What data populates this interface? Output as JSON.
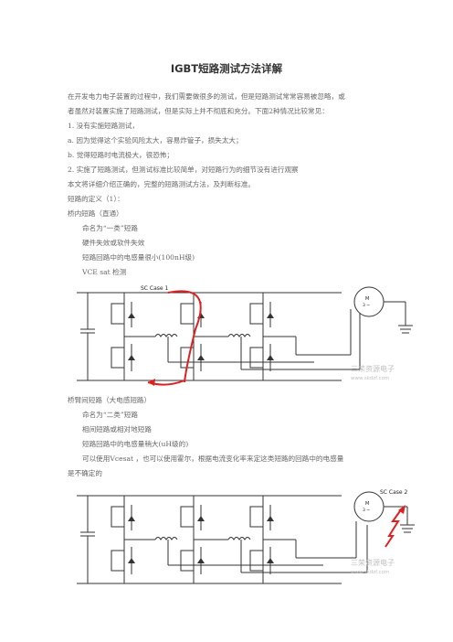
{
  "title": "IGBT短路测试方法详解",
  "paragraphs": [
    "在开发电力电子装置的过程中，我们需要做很多的测试，但是短路测试常常容易被忽略，或",
    "者虽然对装置实施了短路测试，但是实际上并不彻底和充分。下面2种情况比较常见：",
    "1. 没有实施短路测试，",
    "a. 因为觉得这个实验风险太大，容易炸管子，损失太大；",
    "b. 觉得短路时电流极大，很恐怖；",
    "2. 实施了短路测试，但测试标准比较简单，对短路行为的细节没有进行观察",
    "本文将详细介绍正确的，完整的短路测试方法，及判断标准。",
    "短路的定义（1）：",
    "桥内短路（直通）"
  ],
  "list1": [
    "命名为“一类”短路",
    "硬件失效或软件失效",
    "短路回路中的电感量很小(100nH级)",
    "VCE sat 检测"
  ],
  "section2_heading": "桥臂间短路（大电感短路）",
  "list2": [
    "命名为“二类”短路",
    "相间短路或相对地短路",
    "短路回路中的电感量稍大(uH级的)",
    "可以使用Vcesat ，也可以使用霍尔，根据电流变化率来定这类短路的回路中的电感量"
  ],
  "list2_cont": "是不确定的",
  "diagram1": {
    "label": "SC Case 1",
    "motor": "M",
    "motor_sub": "3 ~",
    "watermark_cn": "三荣资源电子",
    "watermark_url": "www.skdzf.com"
  },
  "diagram2": {
    "label": "SC Case 2",
    "motor": "M",
    "motor_sub": "3 ~",
    "watermark_cn": "三荣资源电子",
    "watermark_url": "www.skdzf.com"
  },
  "colors": {
    "wire": "#333333",
    "fault": "#e02020",
    "watermark": "#c0c0c0"
  }
}
